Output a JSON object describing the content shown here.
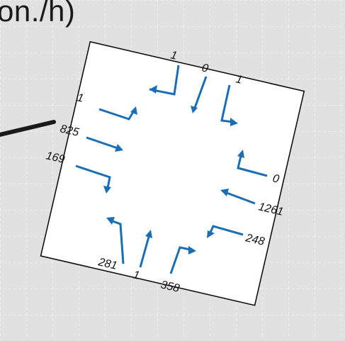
{
  "header": {
    "unit_text": "on./h)"
  },
  "colors": {
    "background": "#e1e1e1",
    "grid": "#f2f2f2",
    "arrow": "#1a6eb5",
    "callout_line": "#1a1a1a",
    "card": "#ffffff",
    "card_border": "#111111"
  },
  "approaches": [
    {
      "id": "top",
      "counts": [
        "1",
        "0",
        "1"
      ]
    },
    {
      "id": "left",
      "counts": [
        "1",
        "825",
        "169"
      ]
    },
    {
      "id": "right",
      "counts": [
        "0",
        "1261",
        "248"
      ]
    },
    {
      "id": "bottom",
      "counts": [
        "281",
        "1",
        "358"
      ]
    }
  ]
}
